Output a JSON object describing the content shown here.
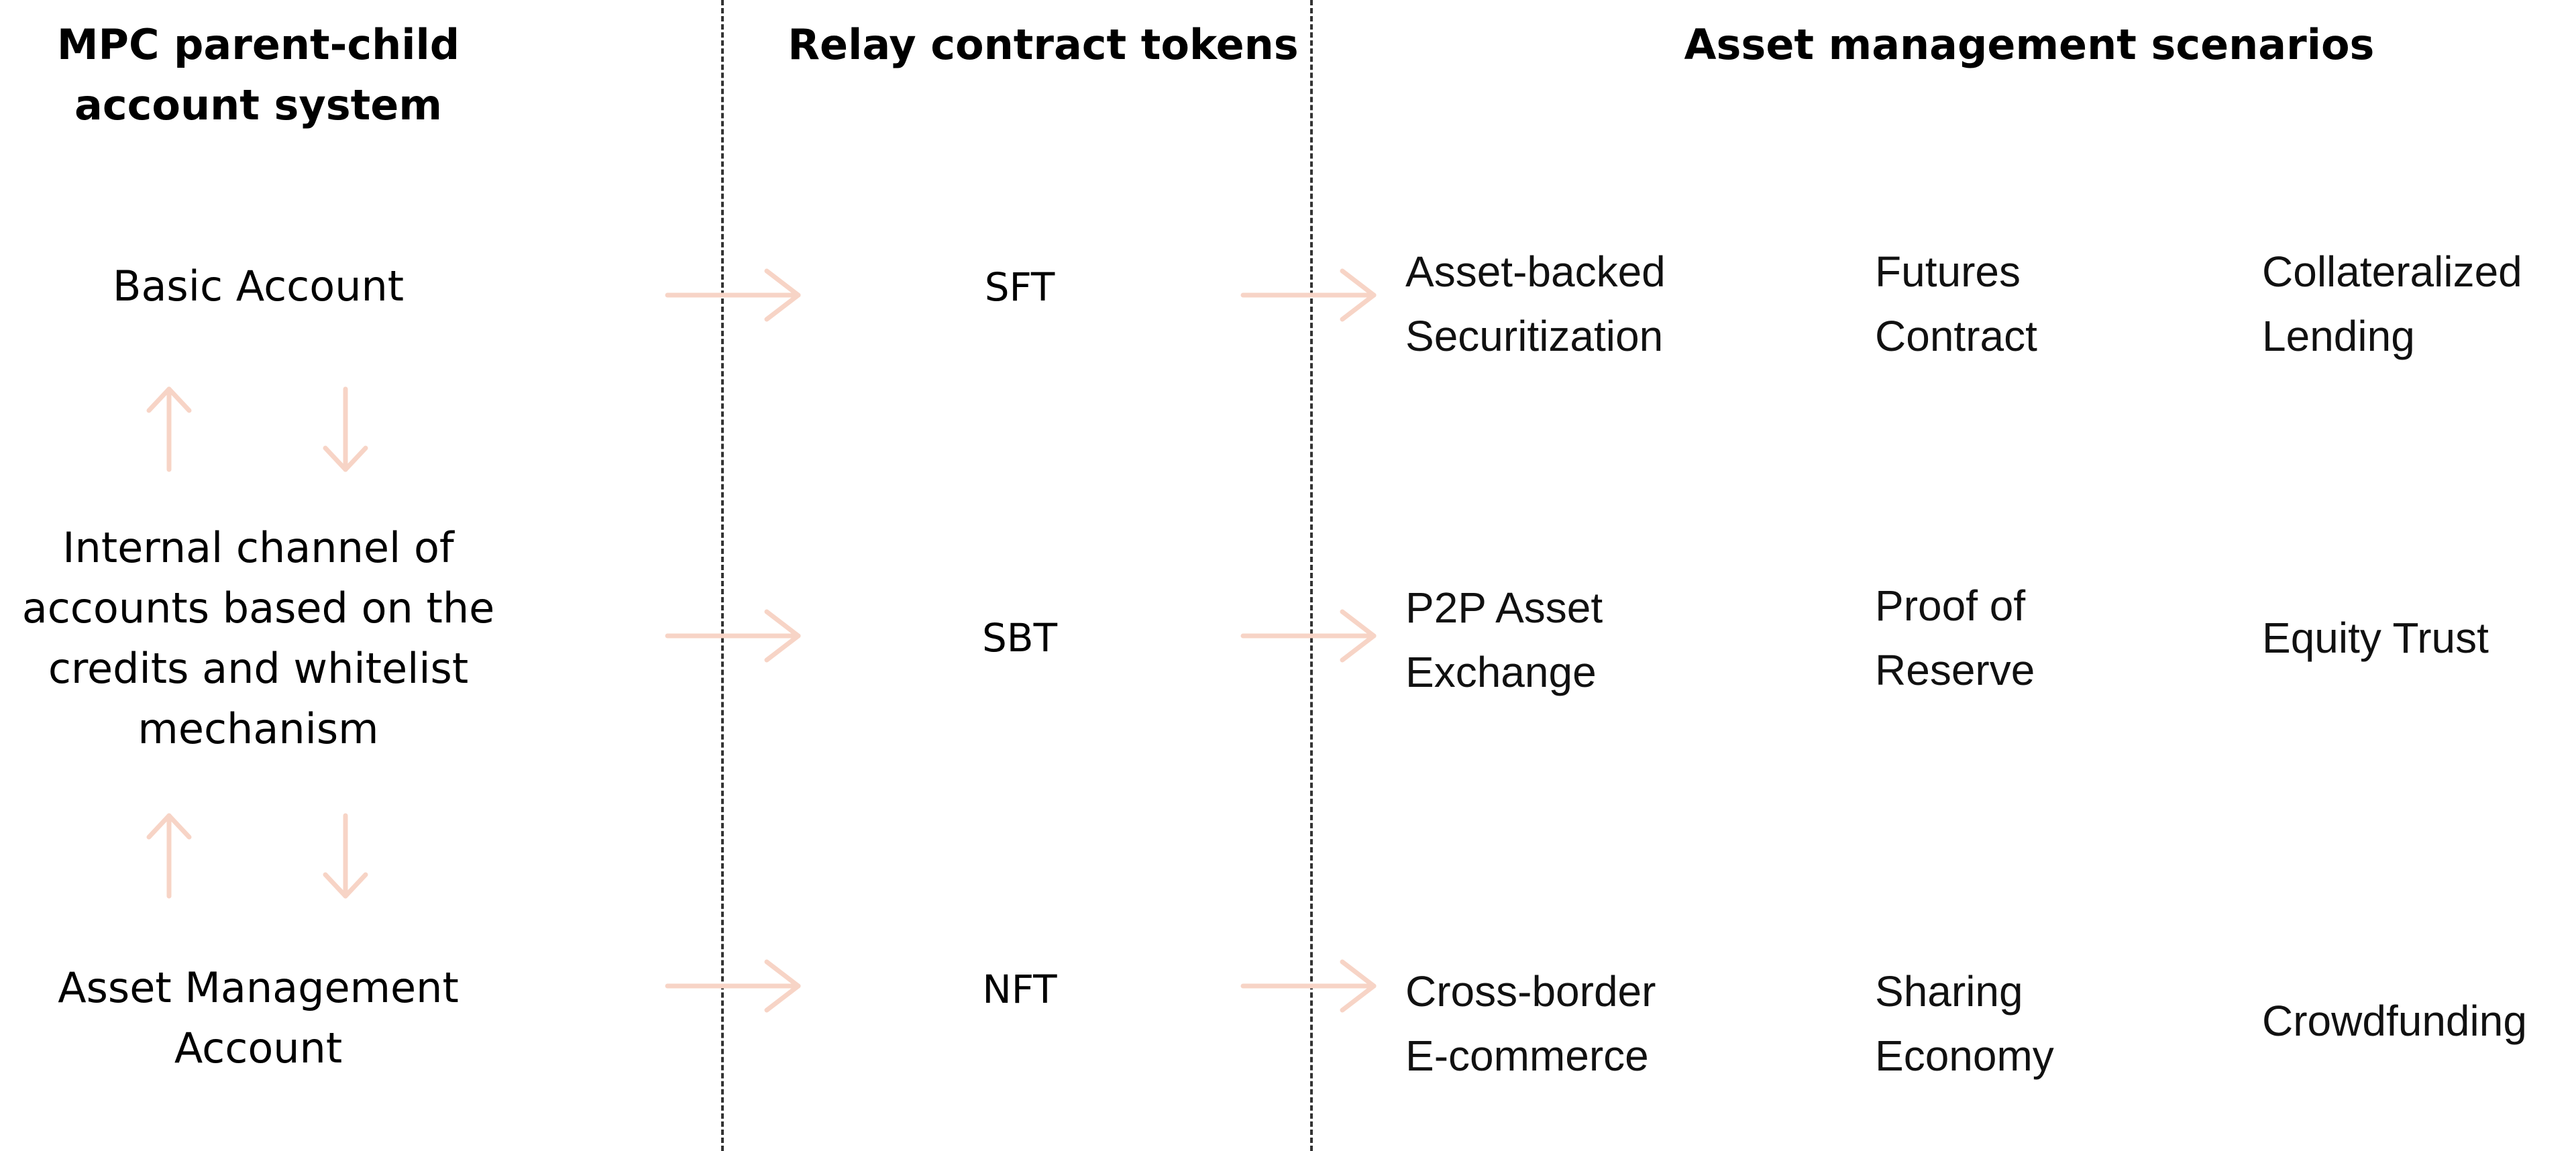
{
  "headers": {
    "account_system": "MPC parent-child\naccount system",
    "tokens": "Relay contract tokens",
    "scenarios": "Asset management scenarios"
  },
  "accounts": {
    "basic": "Basic Account",
    "internal_channel": "Internal channel of\naccounts based on the\ncredits and whitelist\nmechanism",
    "asset_management": "Asset Management\nAccount"
  },
  "tokens": [
    "SFT",
    "SBT",
    "NFT"
  ],
  "scenarios": [
    [
      "Asset-backed\nSecuritization",
      "Futures\nContract",
      "Collateralized\nLending"
    ],
    [
      "P2P Asset\nExchange",
      "Proof of\nReserve",
      "Equity Trust"
    ],
    [
      "Cross-border\nE-commerce",
      "Sharing\nEconomy",
      "Crowdfunding"
    ]
  ],
  "colors": {
    "arrow": "#f7d4c6",
    "divider": "#333333",
    "text": "#000000"
  },
  "icons": {
    "flow_arrow": "arrow-right-icon",
    "up_arrow": "arrow-up-icon",
    "down_arrow": "arrow-down-icon"
  }
}
